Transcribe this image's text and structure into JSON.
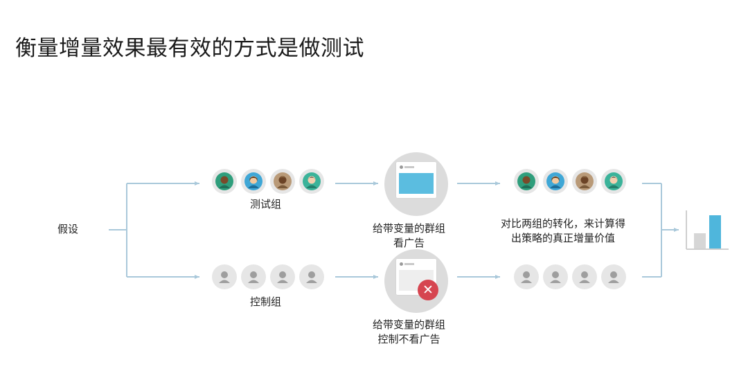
{
  "title": "衡量增量效果最有效的方式是做测试",
  "hypothesis_label": "假设",
  "test_group": {
    "label": "测试组",
    "ad_caption_line1": "给带变量的群组",
    "ad_caption_line2": "看广告"
  },
  "control_group": {
    "label": "控制组",
    "ad_caption_line1": "给带变量的群组",
    "ad_caption_line2": "控制不看广告"
  },
  "compare_text_line1": "对比两组的转化，来计算得",
  "compare_text_line2": "出策略的真正增量价值",
  "colors": {
    "arrow": "#a9c8da",
    "ad_panel": "#5bbde0",
    "ad_panel_blank": "#eeeeee",
    "bar_gray": "#d6d6d6",
    "bar_blue": "#4fb6dc",
    "x_badge": "#d64550",
    "avatar_bg": "#e6e6e6",
    "avatar_gray": "#9e9e9e"
  },
  "icons": {
    "test_avatars": [
      "person-green-icon",
      "person-blue-icon",
      "person-brown-icon",
      "person-teal-icon"
    ],
    "control_avatars": [
      "person-gray-icon",
      "person-gray-icon",
      "person-gray-icon",
      "person-gray-icon"
    ],
    "result_chart": "bar-chart-icon",
    "no_ad": "close-icon"
  }
}
